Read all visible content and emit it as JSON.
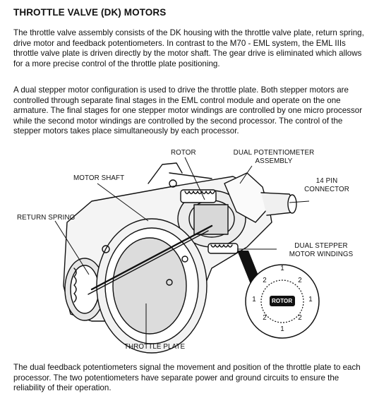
{
  "title": "THROTTLE VALVE (DK) MOTORS",
  "paragraphs": {
    "p1": "The throttle valve assembly consists of the DK housing with the throttle valve plate, return spring, drive motor and feedback potentiometers. In contrast to the M70 - EML system, the EML IIIs throttle valve plate is driven directly by the motor shaft. The gear drive is eliminated which allows for a more precise control of the throttle plate positioning.",
    "p2": "A dual stepper motor configuration is used to drive the throttle plate. Both stepper motors are controlled through separate final stages in the EML control module and operate on the one armature. The final stages for one stepper motor windings are controlled by one micro processor while the second motor windings are controlled by the second processor. The control of the stepper motors takes place simultaneously by each processor.",
    "p3": "The dual feedback potentiometers signal the movement and position of the throttle plate to each processor. The two potentiometers have separate power and ground circuits to ensure the reliability of their operation."
  },
  "figure": {
    "labels": {
      "rotor": "ROTOR",
      "dual_potentiometer_line1": "DUAL POTENTIOMETER",
      "dual_potentiometer_line2": "ASSEMBLY",
      "motor_shaft": "MOTOR SHAFT",
      "connector_line1": "14 PIN",
      "connector_line2": "CONNECTOR",
      "return_spring": "RETURN SPRING",
      "stepper_line1": "DUAL STEPPER",
      "stepper_line2": "MOTOR WINDINGS",
      "throttle_plate": "THROTTLE PLATE"
    },
    "inset_rotor_text": "ROTOR",
    "winding_numbers": [
      "1",
      "2",
      "2",
      "1",
      "1",
      "2",
      "2",
      "1"
    ]
  }
}
